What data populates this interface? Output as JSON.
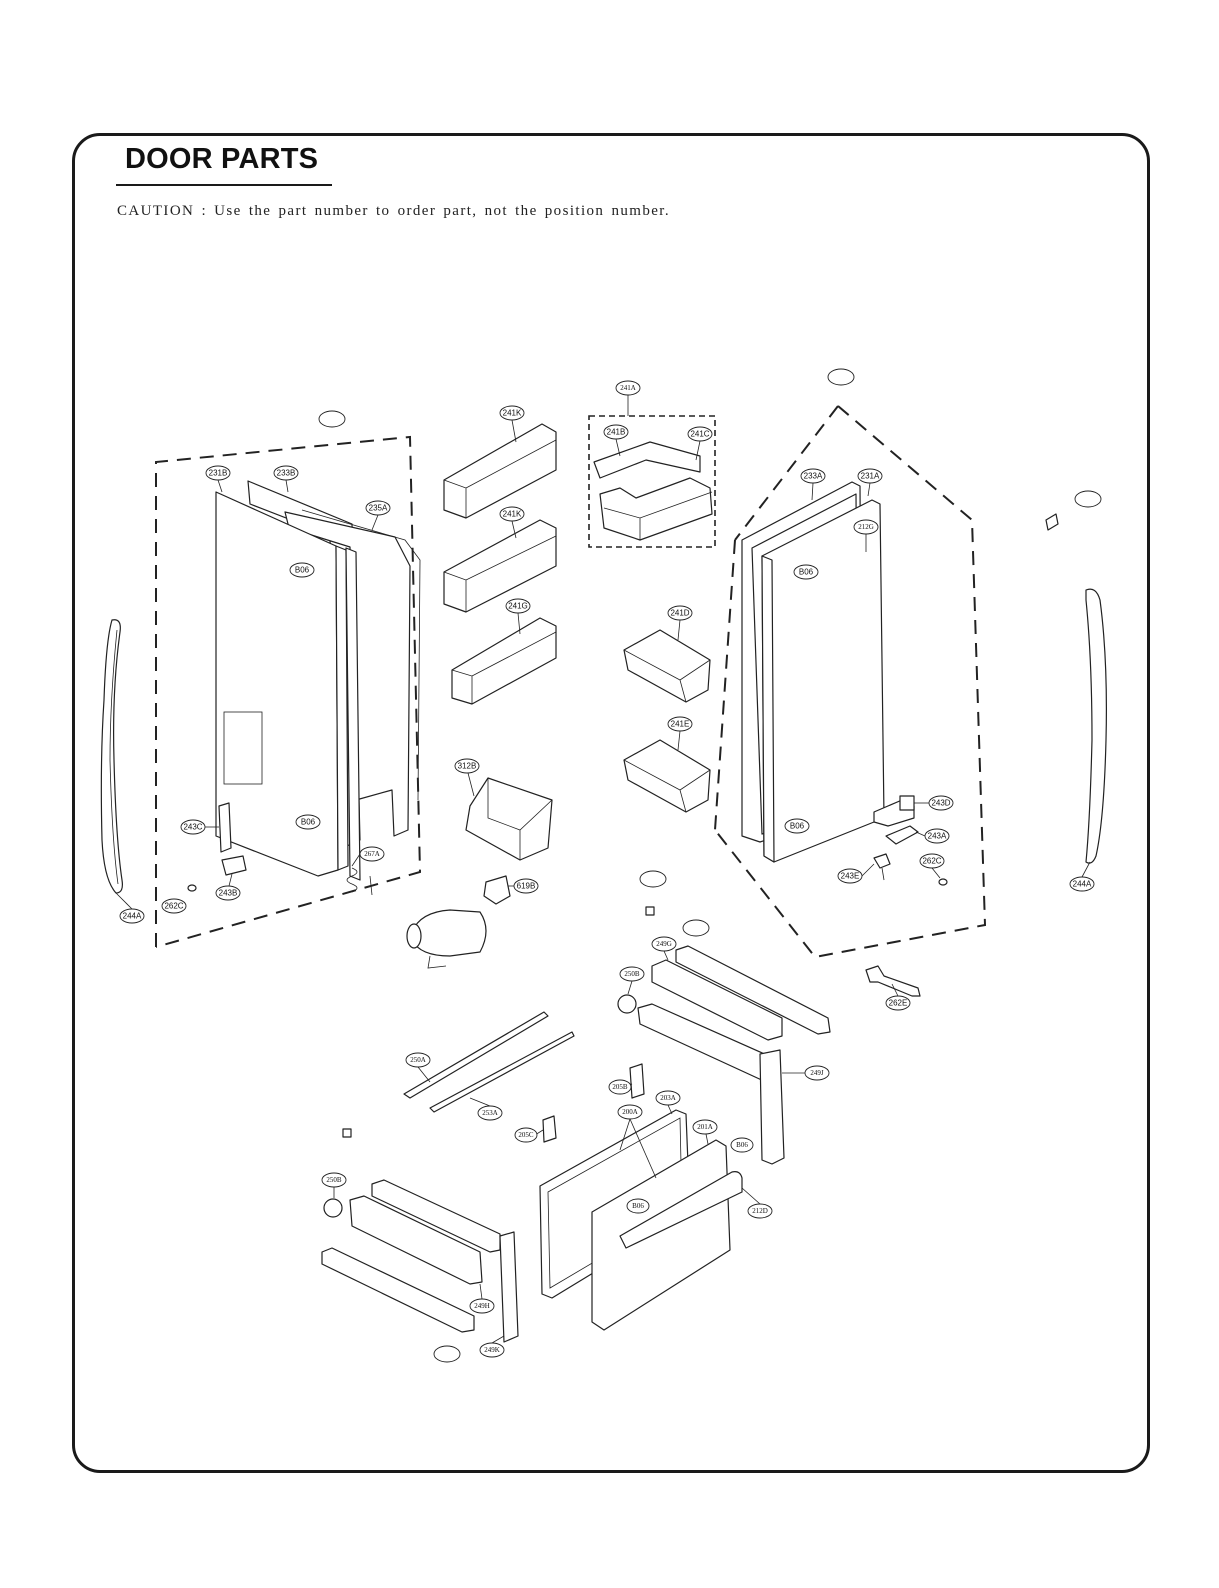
{
  "page": {
    "title": "DOOR PARTS",
    "caution": "CAUTION : Use the part number to order part, not the position number."
  },
  "callouts": {
    "c231B": "231B",
    "c233B": "233B",
    "c235A": "235A",
    "c241K_1": "241K",
    "c241K_2": "241K",
    "c241G": "241G",
    "c241A": "241A",
    "c241B": "241B",
    "c241C": "241C",
    "c241D": "241D",
    "c241E": "241E",
    "c233A": "233A",
    "c231A": "231A",
    "c212G": "212G",
    "c B06_L1": "B06",
    "cB06_L2": "B06",
    "cB06_R1": "B06",
    "cB06_R2": "B06",
    "cB06_D1": "B06",
    "cB06_D2": "B06",
    "c243C": "243C",
    "c243B": "243B",
    "c262C_L": "262C",
    "c244A_L": "244A",
    "c267A": "267A",
    "c312B": "312B",
    "c619B": "619B",
    "c243D": "243D",
    "c243A": "243A",
    "c243E": "243E",
    "c262C_R": "262C",
    "c244A_R": "244A",
    "c262E": "262E",
    "c249G": "249G",
    "c250B_1": "250B",
    "c249J": "249J",
    "c250A": "250A",
    "c253A": "253A",
    "c205B": "205B",
    "c205C": "205C",
    "c203A": "203A",
    "c200A": "200A",
    "c201A": "201A",
    "c212D": "212D",
    "c250B_2": "250B",
    "c249H": "249H",
    "c249K": "249K"
  }
}
